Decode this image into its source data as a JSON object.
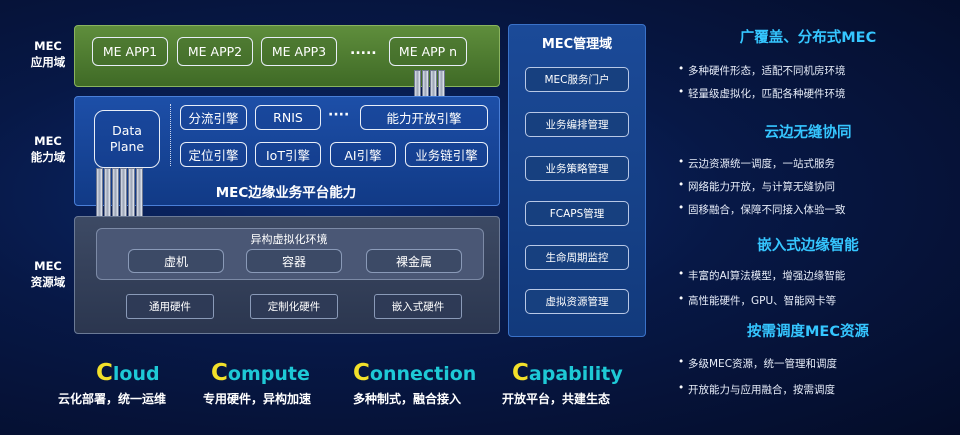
{
  "side_labels": {
    "app": [
      "MEC",
      "应用域"
    ],
    "cap": [
      "MEC",
      "能力域"
    ],
    "res": [
      "MEC",
      "资源域"
    ]
  },
  "app_layer": {
    "apps": [
      "ME APP1",
      "ME APP2",
      "ME APP3",
      "ME APP n"
    ],
    "ellipsis": "....."
  },
  "cap_layer": {
    "data_plane": [
      "Data",
      "Plane"
    ],
    "row1": [
      "分流引擎",
      "RNIS",
      "能力开放引擎"
    ],
    "row2": [
      "定位引擎",
      "IoT引擎",
      "AI引擎",
      "业务链引擎"
    ],
    "ellipsis": "····",
    "title": "MEC边缘业务平台能力"
  },
  "res_layer": {
    "virt_title": "异构虚拟化环境",
    "virt_items": [
      "虚机",
      "容器",
      "裸金属"
    ],
    "hardware": [
      "通用硬件",
      "定制化硬件",
      "嵌入式硬件"
    ]
  },
  "mgmt": {
    "title": "MEC管理域",
    "items": [
      "MEC服务门户",
      "业务编排管理",
      "业务策略管理",
      "FCAPS管理",
      "生命周期监控",
      "虚拟资源管理"
    ]
  },
  "features": [
    {
      "title": "广覆盖、分布式MEC",
      "bullets": [
        "多种硬件形态，适配不同机房环境",
        "轻量级虚拟化，匹配各种硬件环境"
      ]
    },
    {
      "title": "云边无缝协同",
      "bullets": [
        "云边资源统一调度，一站式服务",
        "网络能力开放，与计算无缝协同",
        "固移融合，保障不同接入体验一致"
      ]
    },
    {
      "title": "嵌入式边缘智能",
      "bullets": [
        "丰富的AI算法模型，增强边缘智能",
        "高性能硬件，GPU、智能网卡等"
      ]
    },
    {
      "title": "按需调度MEC资源",
      "bullets": [
        "多级MEC资源，统一管理和调度",
        "开放能力与应用融合，按需调度"
      ]
    }
  ],
  "four_c": [
    {
      "initial": "C",
      "rest": "loud",
      "sub": "云化部署，统一运维"
    },
    {
      "initial": "C",
      "rest": "ompute",
      "sub": "专用硬件，异构加速"
    },
    {
      "initial": "C",
      "rest": "onnection",
      "sub": "多种制式，融合接入"
    },
    {
      "initial": "C",
      "rest": "apability",
      "sub": "开放平台，共建生态"
    }
  ]
}
